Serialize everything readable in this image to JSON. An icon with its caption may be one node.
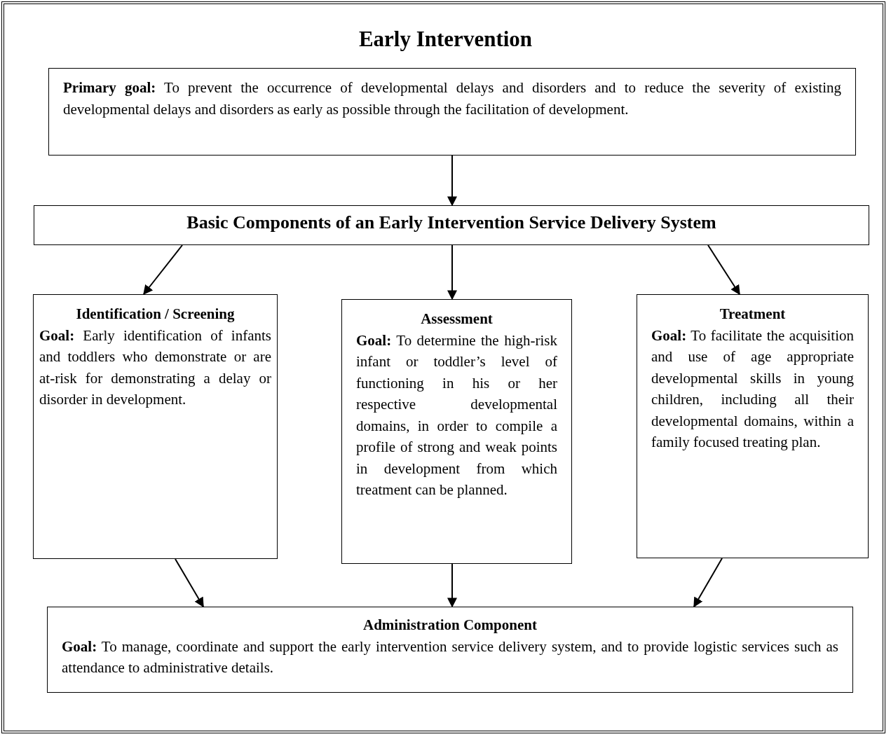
{
  "diagram": {
    "title": "Early Intervention",
    "nodes": [
      {
        "text": [
          "**Primary goal:** To prevent the occurrence of developmental delays and disorders and to reduce the severity of existing developmental delays and disorders as early as possible through the facilitation of development."
        ]
      },
      {
        "text": [
          "Basic Components of an Early Intervention Service Delivery System"
        ]
      },
      {
        "text": [
          "Identification / Screening",
          "**Goal:** Early identification of infants and toddlers who demonstrate or are at-risk for demonstrating a delay or disorder in development."
        ]
      },
      {
        "text": [
          "Assessment",
          "**Goal:** To determine the high-risk infant or toddler’s level of functioning in his or her respective developmental domains, in order to compile a profile of strong and weak points in development from which treatment can be planned."
        ]
      },
      {
        "text": [
          "Treatment",
          "**Goal:** To facilitate the acquisition and use of age appropriate developmental skills in young children, including all their developmental domains, within a family focused treating plan."
        ]
      },
      {
        "text": [
          "Administration Component",
          "**Goal:** To manage, coordinate and support the early intervention service delivery system, and to provide logistic services such as attendance to administrative details."
        ]
      }
    ],
    "edges": [
      {
        "from": 0,
        "to": 1,
        "arrow": "to"
      },
      {
        "from": 1,
        "to": 2,
        "arrow": "to"
      },
      {
        "from": 1,
        "to": 3,
        "arrow": "to"
      },
      {
        "from": 1,
        "to": 4,
        "arrow": "to"
      },
      {
        "from": 2,
        "to": 5,
        "arrow": "to"
      },
      {
        "from": 3,
        "to": 5,
        "arrow": "to"
      },
      {
        "from": 4,
        "to": 5,
        "arrow": "to"
      }
    ]
  }
}
